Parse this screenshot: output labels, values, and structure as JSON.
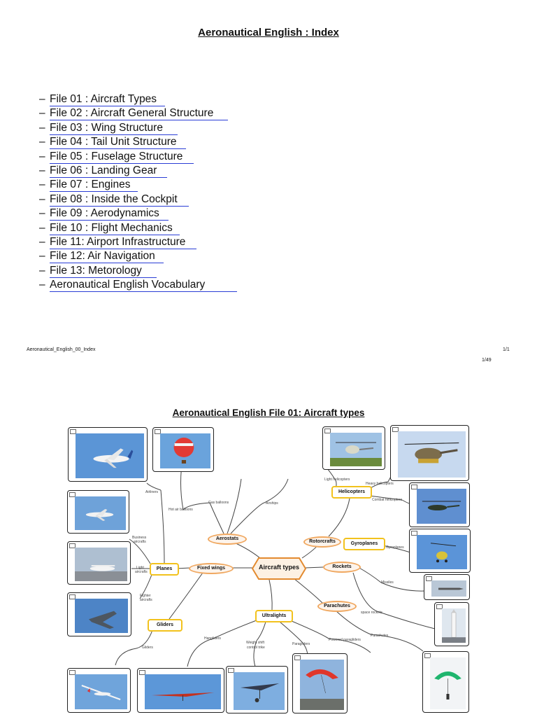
{
  "index": {
    "title": "Aeronautical English : Index",
    "items": [
      {
        "dash": "–",
        "label": "File 01 : Aircraft Types"
      },
      {
        "dash": "–",
        "label": "File 02 : Aircraft General Structure"
      },
      {
        "dash": "–",
        "label": "File 03 : Wing Structure"
      },
      {
        "dash": "–",
        "label": "File 04 : Tail Unit Structure"
      },
      {
        "dash": "–",
        "label": "File 05 : Fuselage Structure"
      },
      {
        "dash": "–",
        "label": "File 06 : Landing Gear"
      },
      {
        "dash": "–",
        "label": "File 07 : Engines"
      },
      {
        "dash": "–",
        "label": "File 08 : Inside the Cockpit"
      },
      {
        "dash": "–",
        "label": "File 09 : Aerodynamics"
      },
      {
        "dash": "–",
        "label": "File 10 : Flight Mechanics"
      },
      {
        "dash": "–",
        "label": "File 11: Airport Infrastructure"
      },
      {
        "dash": "–",
        "label": "File 12: Air Navigation"
      },
      {
        "dash": "–",
        "label": "File 13: Metorology"
      },
      {
        "dash": "–",
        "label": "Aeronautical English Vocabulary"
      }
    ]
  },
  "footer": {
    "filename": "Aeronautical_English_00_Index",
    "page": "1/1",
    "page_count": "1/49"
  },
  "mindmap": {
    "title": "Aeronautical English File 01: Aircraft types",
    "center": "Aircraft types",
    "nodes": {
      "aerostats": "Aerostats",
      "rotorcrafts": "Rotorcrafts",
      "fixed_wings": "Fixed wings",
      "rockets": "Rockets",
      "parachutes": "Parachutes",
      "planes": "Planes",
      "gliders": "Gliders",
      "ultralights": "Ultralights",
      "helicopters": "Helicopters",
      "gyroplanes": "Gyroplanes"
    },
    "labels": {
      "airliners": "Airliners",
      "hot_air_balloons": "Hot air balloons",
      "gas_balloons": "Gas balloons",
      "airships": "Airships",
      "light_helicopters": "Light helicopters",
      "heavy_helicopters": "Heavy helicopters",
      "combat_helicopters": "Combat helicopters",
      "gyroplanes_small": "Gyroplanes",
      "business_aircraft_1": "Business",
      "business_aircraft_2": "aircrafts",
      "light_aircraft_1": "Light",
      "light_aircraft_2": "aircrafts",
      "fighter_aircraft_1": "Fighter",
      "fighter_aircraft_2": "aircrafts",
      "missiles": "Missiles",
      "space_rockets": "space rockets",
      "parachutes_small": "Parachutes",
      "gliders_small": "Gliders",
      "hangliders": "Hangliders",
      "weight_shift_1": "Weight shift",
      "weight_shift_2": "control trike",
      "paragliders": "Paragliders",
      "powered_paragliders": "Powered paragliders"
    },
    "photo_zoom": "zoom",
    "icons": [
      "airliner-photo-icon",
      "hot-air-balloon-photo-icon",
      "light-helicopter-photo-icon",
      "heavy-helicopter-photo-icon",
      "business-jet-photo-icon",
      "combat-helicopter-photo-icon",
      "light-aircraft-photo-icon",
      "gyroplane-photo-icon",
      "missile-photo-icon",
      "fighter-photo-icon",
      "space-rocket-photo-icon",
      "glider-photo-icon",
      "hanglider-photo-icon",
      "trike-photo-icon",
      "paraglider-photo-icon",
      "parachute-photo-icon"
    ]
  },
  "colors": {
    "link_underline": "#2a3dd6",
    "node_rect_border": "#f2c21d",
    "node_oval_border": "#f0a860",
    "center_fill": "#fdf1e3",
    "sky": "#4a8fd8"
  }
}
